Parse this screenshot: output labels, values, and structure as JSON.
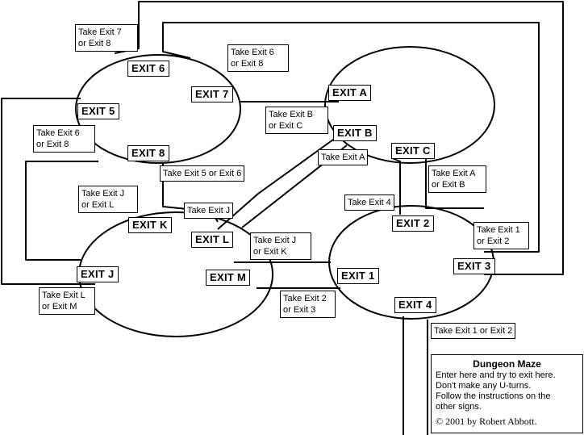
{
  "exits": {
    "e1": "EXIT 1",
    "e2": "EXIT 2",
    "e3": "EXIT 3",
    "e4": "EXIT 4",
    "e5": "EXIT 5",
    "e6": "EXIT 6",
    "e7": "EXIT 7",
    "e8": "EXIT 8",
    "ea": "EXIT A",
    "eb": "EXIT B",
    "ec": "EXIT C",
    "ej": "EXIT J",
    "ek": "EXIT K",
    "el": "EXIT L",
    "em": "EXIT M"
  },
  "signs": {
    "s1": "Take Exit 7\nor Exit 8",
    "s2": "Take Exit 6\nor Exit 8",
    "s3": "Take Exit B\nor Exit C",
    "s4": "Take Exit 6\nor Exit 8",
    "s5": "Take Exit A",
    "s6": "Take Exit 5 or Exit 6",
    "s7": "Take Exit A\n or Exit B",
    "s8": "Take Exit J\nor Exit L",
    "s9": "Take Exit 4",
    "s10": "Take Exit J",
    "s11": "Take Exit 1\nor Exit 2",
    "s12": "Take Exit J\nor Exit K",
    "s13": "Take Exit L\nor Exit M",
    "s14": "Take Exit 2\nor Exit 3",
    "s15": "Take Exit 1 or Exit 2"
  },
  "info": {
    "title": "Dungeon Maze",
    "lines": [
      "Enter here and try to exit here.",
      "Don't make any U-turns.",
      "Follow the instructions on the",
      "other signs."
    ],
    "copyright": "© 2001 by Robert Abbott."
  }
}
